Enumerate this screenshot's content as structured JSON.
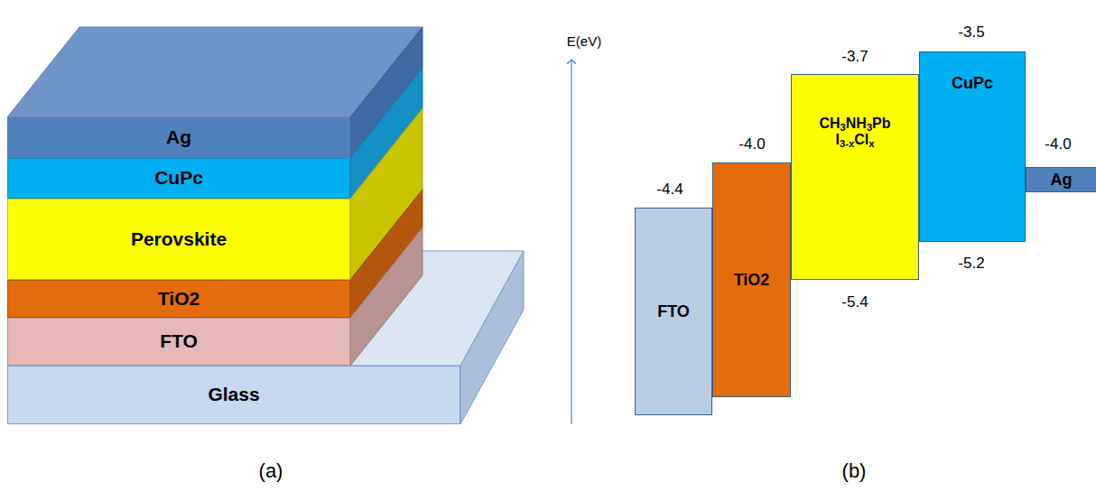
{
  "diagram": {
    "nodes": [
      {
        "text": [
          "Ag"
        ]
      },
      {
        "text": [
          "CuPc"
        ]
      },
      {
        "text": [
          "Perovskite"
        ]
      },
      {
        "text": [
          "TiO2"
        ]
      },
      {
        "text": [
          "FTO"
        ]
      },
      {
        "text": [
          "Glass"
        ]
      },
      {
        "text": [
          "FTO"
        ]
      },
      {
        "text": [
          "TiO2"
        ]
      },
      {
        "text": [
          "CH3NH3PbI3-xClx"
        ]
      },
      {
        "text": [
          "CuPc"
        ]
      },
      {
        "text": [
          "Ag"
        ]
      }
    ],
    "labels": [
      "(a)",
      "(b)",
      "E(eV)",
      "-4.4",
      "-4.0",
      "-3.7",
      "-5.4",
      "-3.5",
      "-5.2",
      "-4.0"
    ]
  }
}
